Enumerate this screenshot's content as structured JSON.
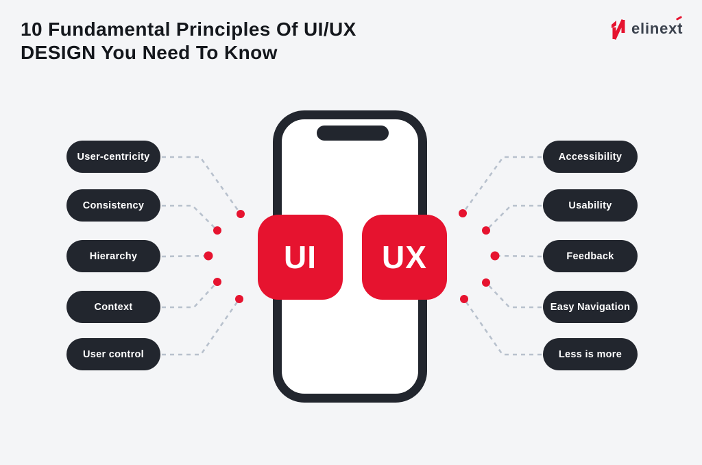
{
  "title": {
    "line1": "10 Fundamental Principles Of UI/UX",
    "line2": "DESIGN You Need To Know"
  },
  "brand": {
    "name": "elinext",
    "mark_icon": "elinext-n-logo-icon"
  },
  "center": {
    "phone_icon": "smartphone-outline-icon",
    "ui_label": "UI",
    "ux_label": "UX"
  },
  "principles": {
    "left": [
      {
        "label": "User-centricity"
      },
      {
        "label": "Consistency"
      },
      {
        "label": "Hierarchy"
      },
      {
        "label": "Context"
      },
      {
        "label": "User control"
      }
    ],
    "right": [
      {
        "label": "Accessibility"
      },
      {
        "label": "Usability"
      },
      {
        "label": "Feedback"
      },
      {
        "label": "Easy Navigation"
      },
      {
        "label": "Less is more"
      }
    ]
  },
  "colors": {
    "background": "#f4f5f7",
    "dark": "#22262e",
    "red": "#e6132f",
    "connector": "#b8c1cd",
    "pill_text": "#ffffff",
    "title_text": "#14171c",
    "logo_text": "#3b424e",
    "phone_fill": "#ffffff"
  }
}
